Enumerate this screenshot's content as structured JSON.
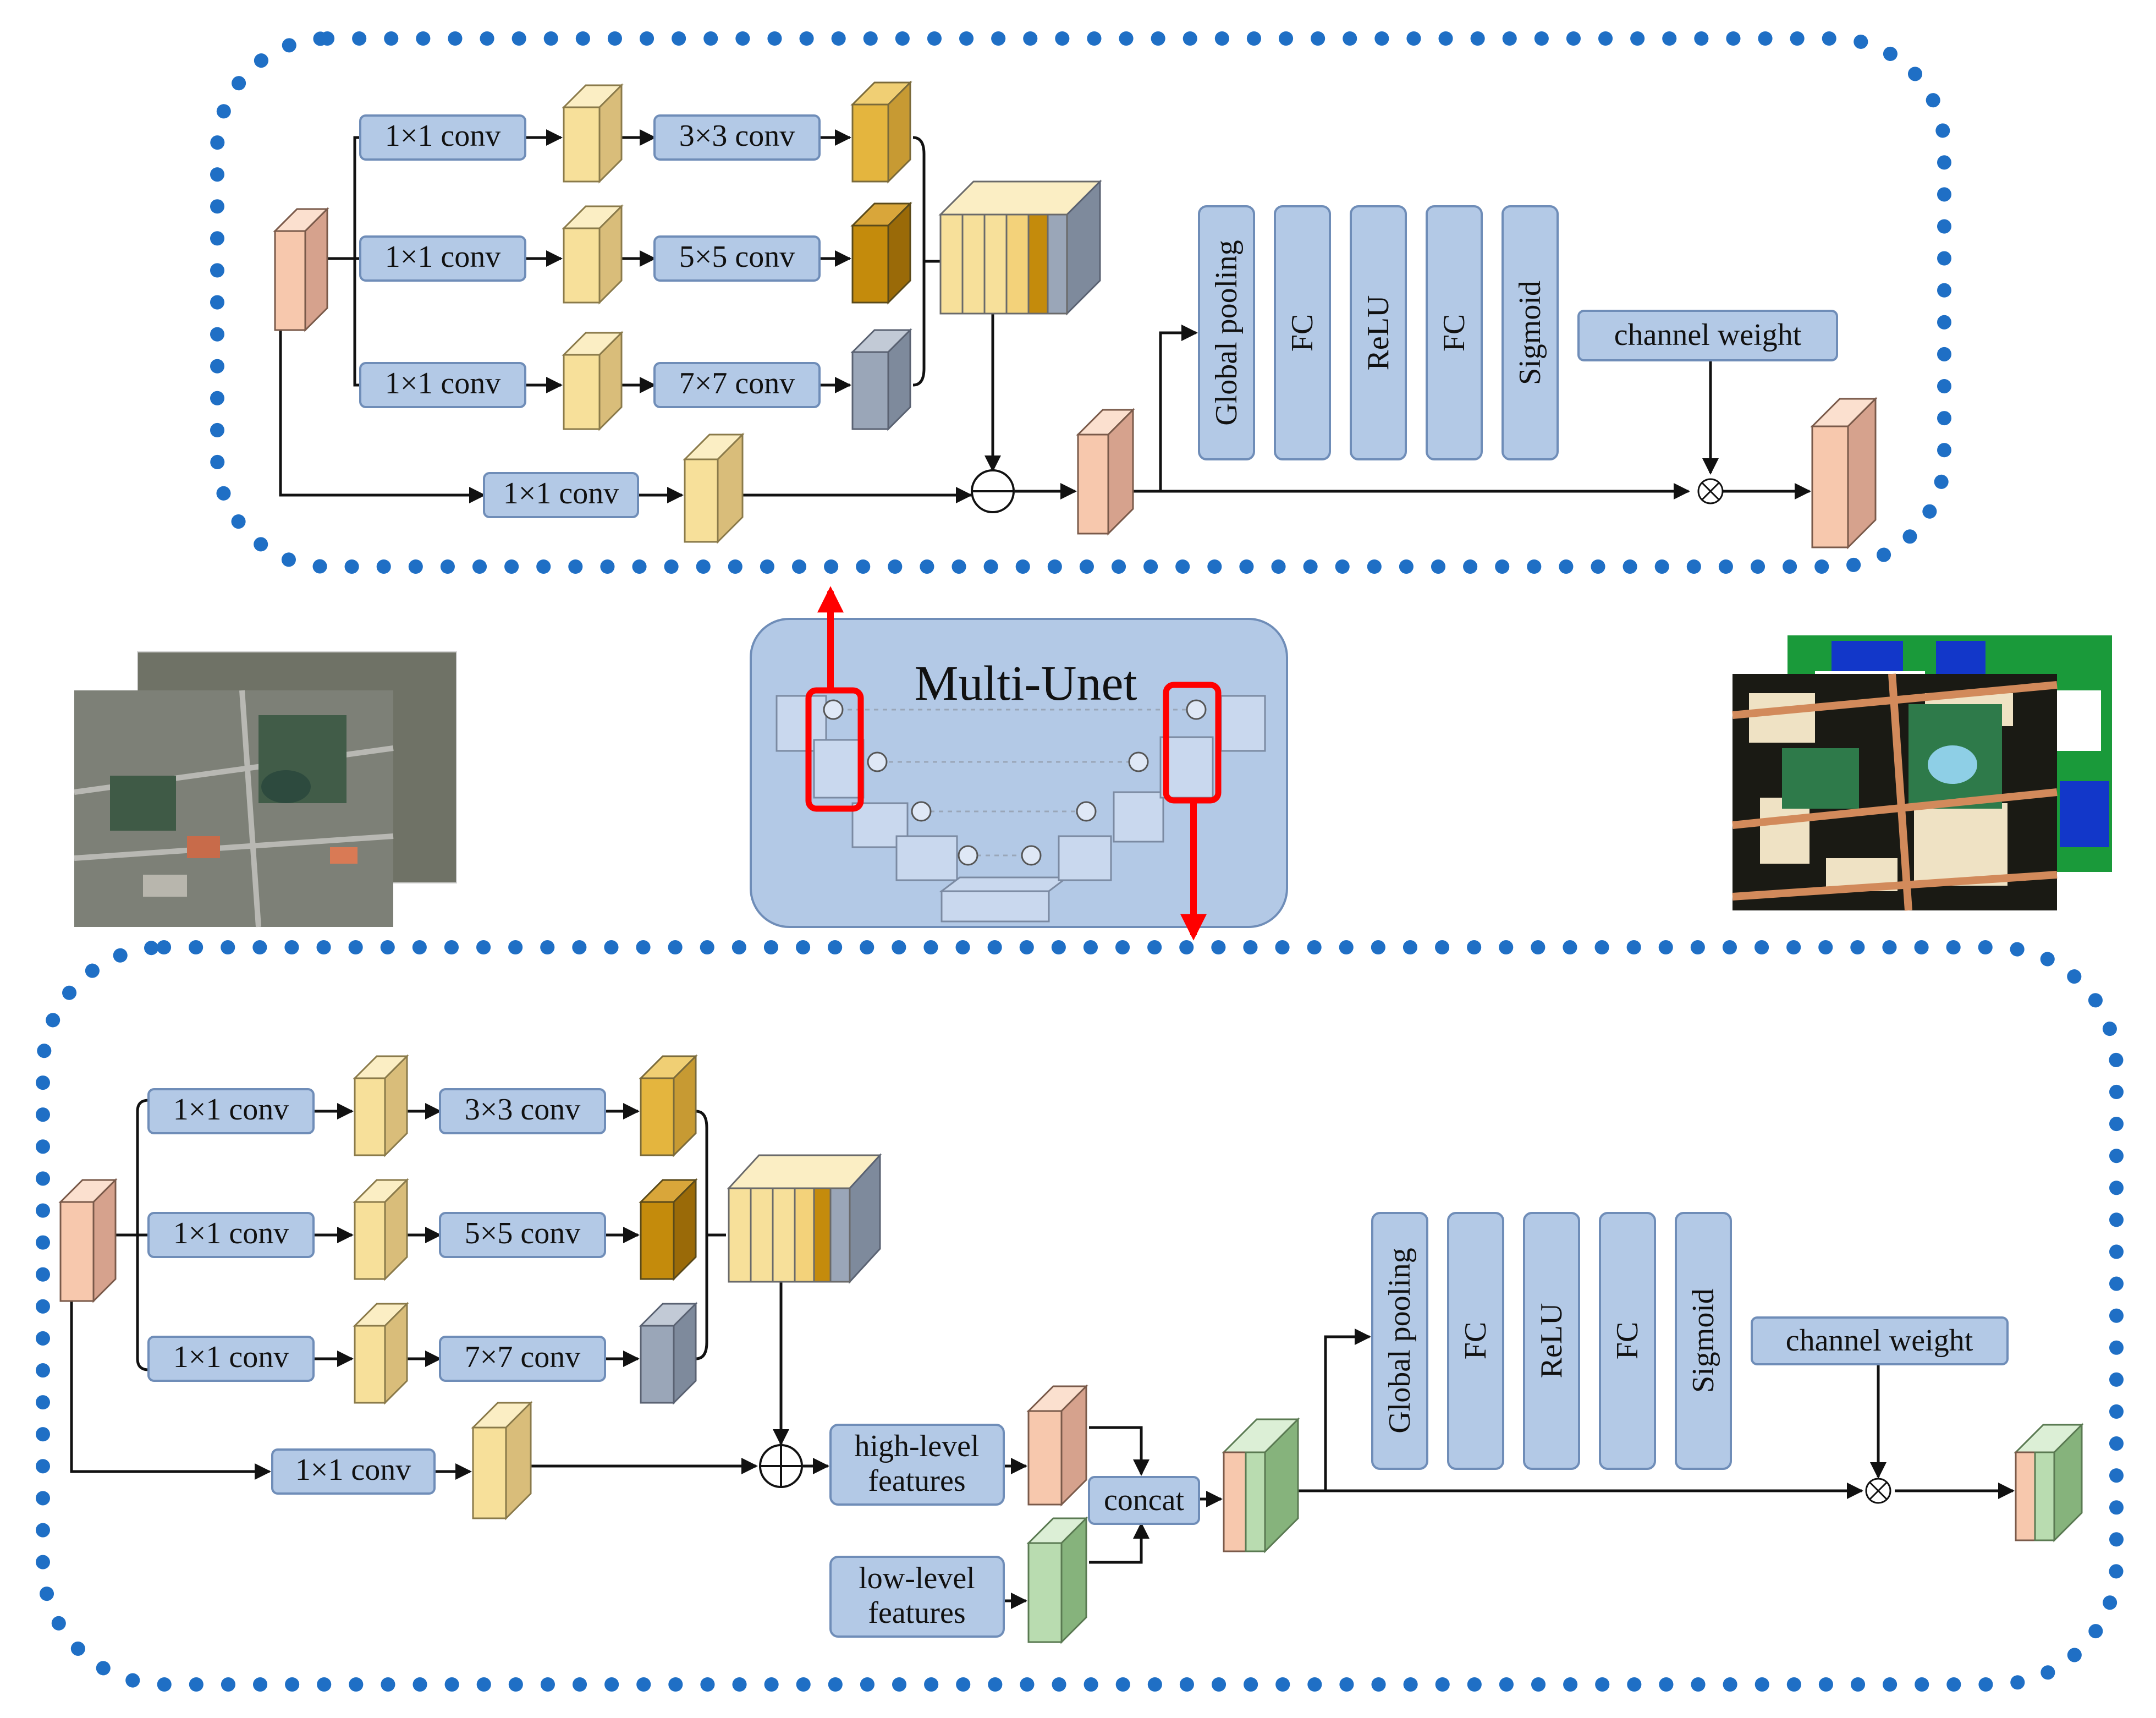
{
  "colors": {
    "box_fill": "#b3c9e6",
    "box_stroke": "#6f8db8",
    "dot_border": "#1f6fc5",
    "highlight": "#ff0000",
    "salmon": "#f7c8ad",
    "yellow_light": "#f7e09a",
    "yellow_dark": "#e4b53e",
    "gold_dark": "#c48b0c",
    "slate": "#9aa6b8",
    "green": "#b9dcb0"
  },
  "labels": {
    "conv1x1": "1×1 conv",
    "conv3x3": "3×3 conv",
    "conv5x5": "5×5 conv",
    "conv7x7": "7×7 conv",
    "global_pooling": "Global pooling",
    "fc": "FC",
    "relu": "ReLU",
    "sigmoid": "Sigmoid",
    "channel_weight": "channel weight",
    "high_level_1": "high-level",
    "high_level_2": "features",
    "low_level_1": "low-level",
    "low_level_2": "features",
    "concat": "concat",
    "center_title": "Multi-Unet"
  }
}
